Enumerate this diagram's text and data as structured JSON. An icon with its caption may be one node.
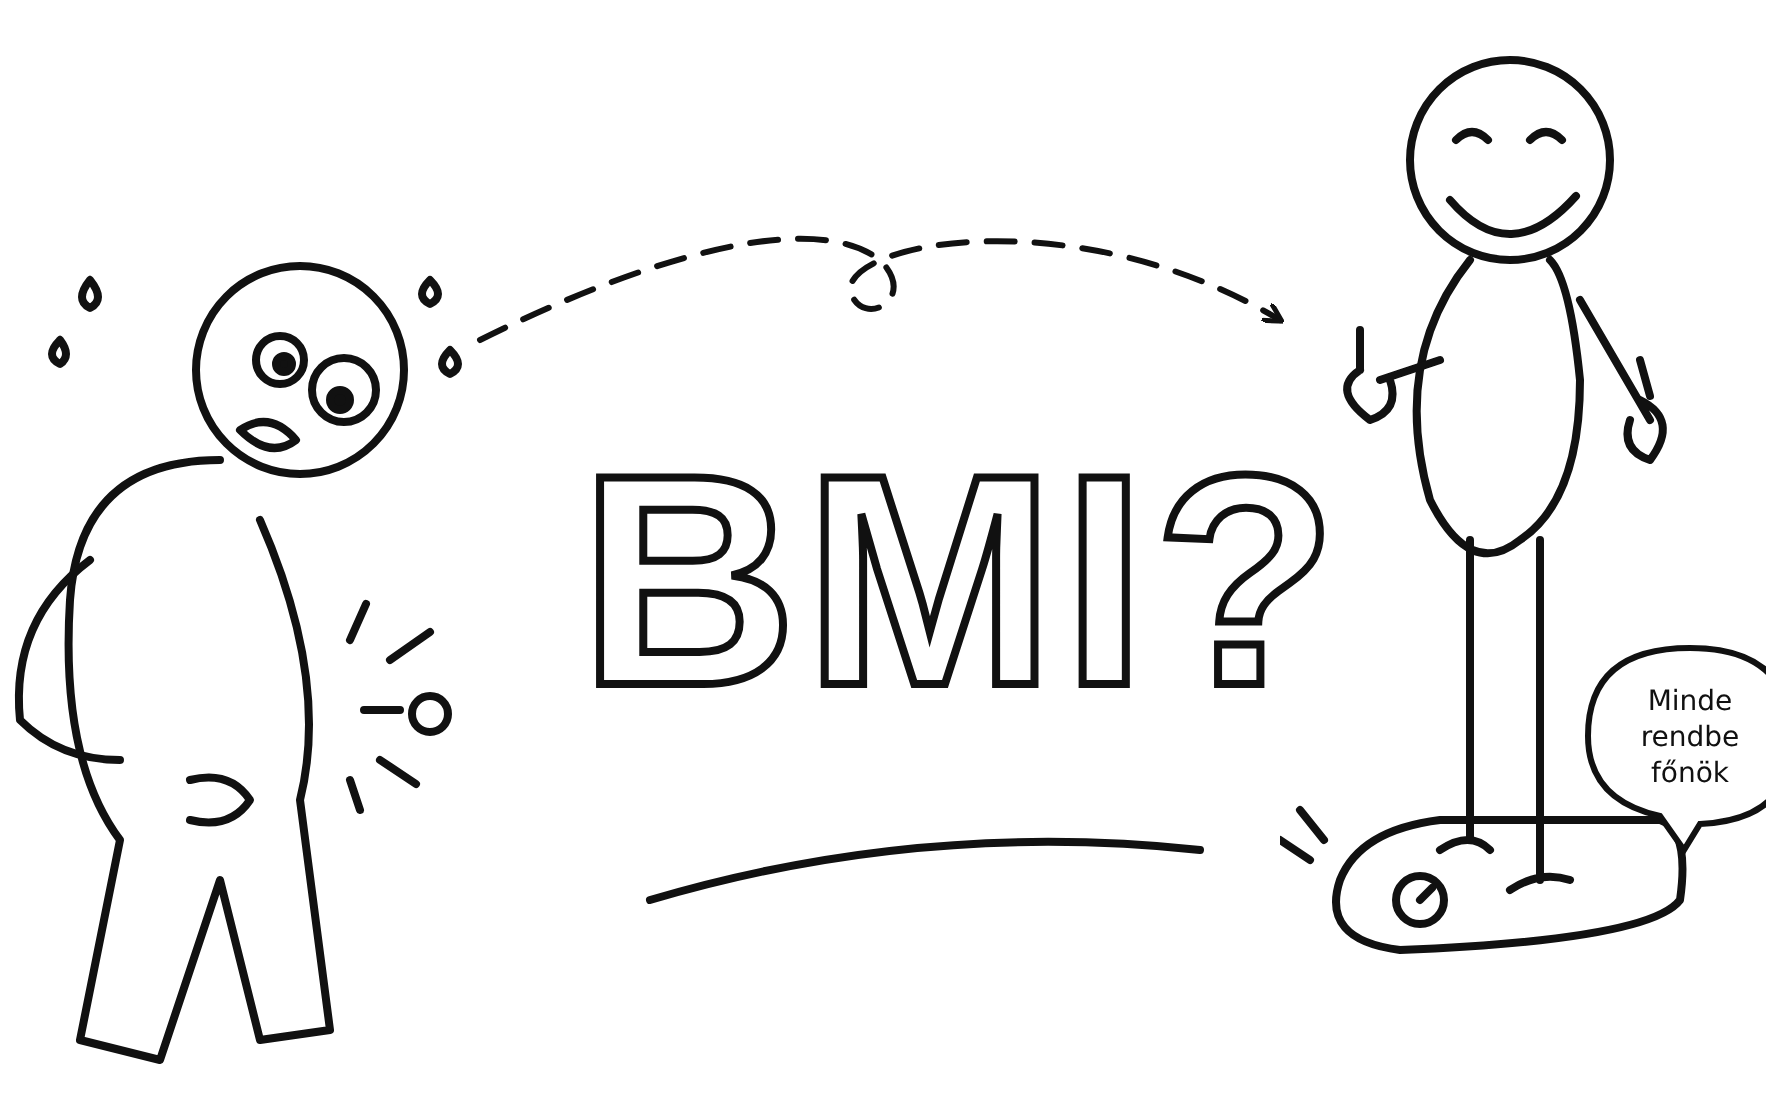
{
  "diagram": {
    "nodes": [
      {
        "text": [],
        "shape": "picture"
      },
      {
        "text": [],
        "shape": "picture"
      },
      {
        "text": [
          "Minde rendbe főnök"
        ]
      }
    ],
    "edges": [
      {
        "from": 0,
        "to": 1,
        "arrow": "to",
        "style": "dashed"
      }
    ],
    "labels": [
      "BMI?"
    ]
  }
}
